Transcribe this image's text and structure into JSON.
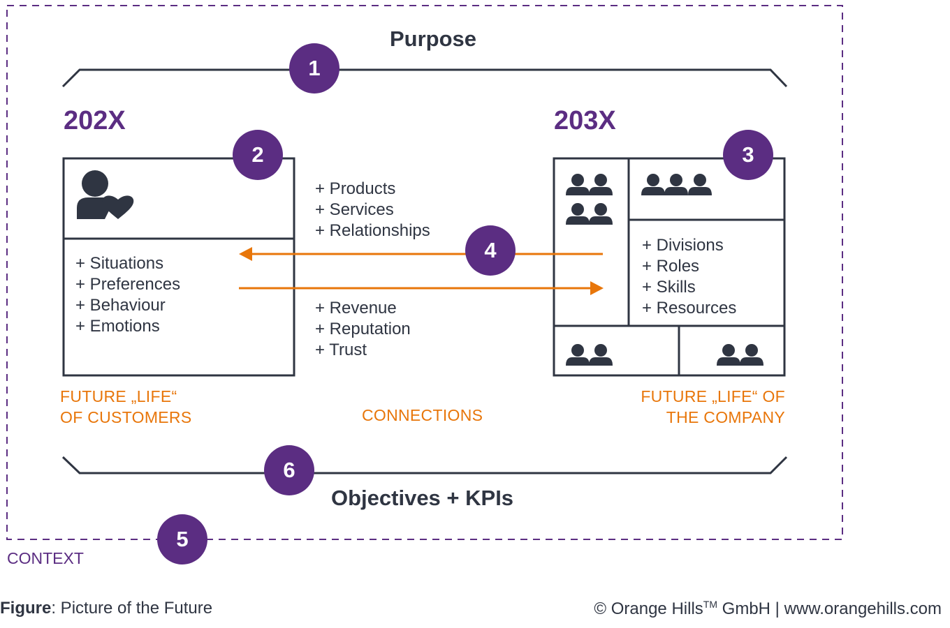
{
  "purpose_label": "Purpose",
  "objectives_label": "Objectives + KPIs",
  "context_label": "CONTEXT",
  "left": {
    "year": "202X",
    "items": [
      "+ Situations",
      "+ Preferences",
      "+ Behaviour",
      "+ Emotions"
    ],
    "caption_line1": "FUTURE „LIFE“",
    "caption_line2": "OF CUSTOMERS"
  },
  "right": {
    "year": "203X",
    "items": [
      "+ Divisions",
      "+ Roles",
      "+ Skills",
      "+ Resources"
    ],
    "caption_line1": "FUTURE „LIFE“ OF",
    "caption_line2": "THE  COMPANY"
  },
  "connections": {
    "top_items": [
      "+ Products",
      "+ Services",
      "+ Relationships"
    ],
    "bottom_items": [
      "+ Revenue",
      "+ Reputation",
      "+ Trust"
    ],
    "label": "CONNECTIONS"
  },
  "badges": {
    "purpose": "1",
    "customers": "2",
    "company": "3",
    "connections": "4",
    "context": "5",
    "objectives": "6"
  },
  "footer": {
    "figure_label": "Figure",
    "figure_title": ": Picture of the Future",
    "copyright_prefix": "© Orange Hills",
    "trademark": "TM",
    "copyright_suffix": " GmbH | www.orangehills.com"
  },
  "colors": {
    "purple": "#5b2d82",
    "orange": "#e8760a",
    "dark": "#2f3542"
  },
  "icons": {
    "customer": "person-heart-icon",
    "group": "people-group-icon"
  }
}
